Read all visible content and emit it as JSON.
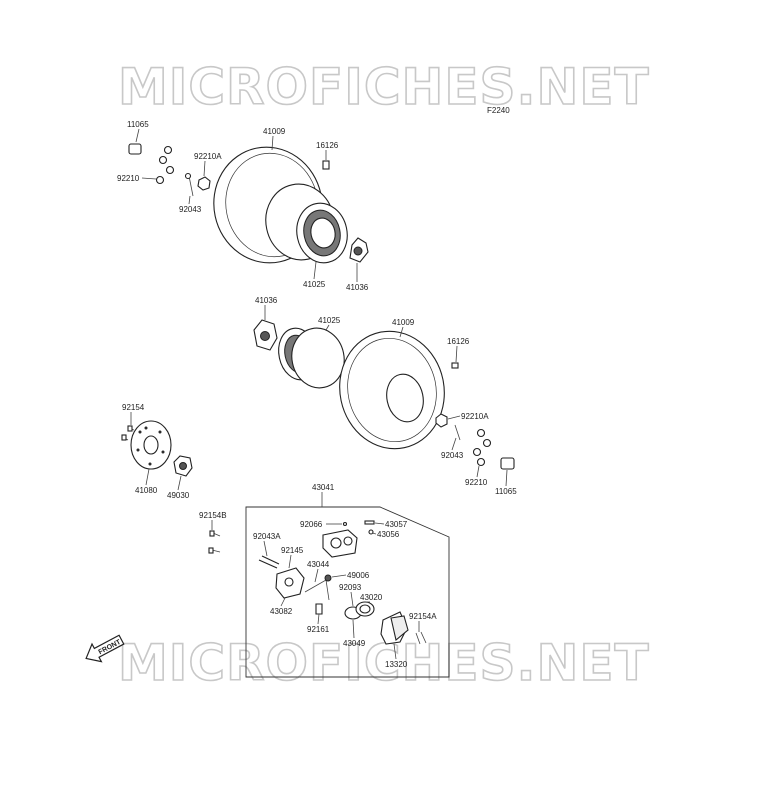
{
  "watermark": "MICROFICHES.NET",
  "figure_code": "F2240",
  "arrow_label": "FRONT",
  "labels": {
    "l11065a": "11065",
    "l92210a": "92210",
    "l92210Aa": "92210A",
    "l92043a": "92043",
    "l41009a": "41009",
    "l16126a": "16126",
    "l41025a": "41025",
    "l41036a": "41036",
    "l41036b": "41036",
    "l41025b": "41025",
    "l41009b": "41009",
    "l16126b": "16126",
    "l92210Ab": "92210A",
    "l92043b": "92043",
    "l92210b": "92210",
    "l11065b": "11065",
    "l92154": "92154",
    "l41080": "41080",
    "l49030": "49030",
    "l43041": "43041",
    "l92154B": "92154B",
    "l92066": "92066",
    "l43057": "43057",
    "l43056": "43056",
    "l92043A": "92043A",
    "l92145": "92145",
    "l43044": "43044",
    "l49006": "49006",
    "l92093": "92093",
    "l43020": "43020",
    "l43082": "43082",
    "l92161": "92161",
    "l43049": "43049",
    "l92154A": "92154A",
    "l13320": "13320"
  }
}
